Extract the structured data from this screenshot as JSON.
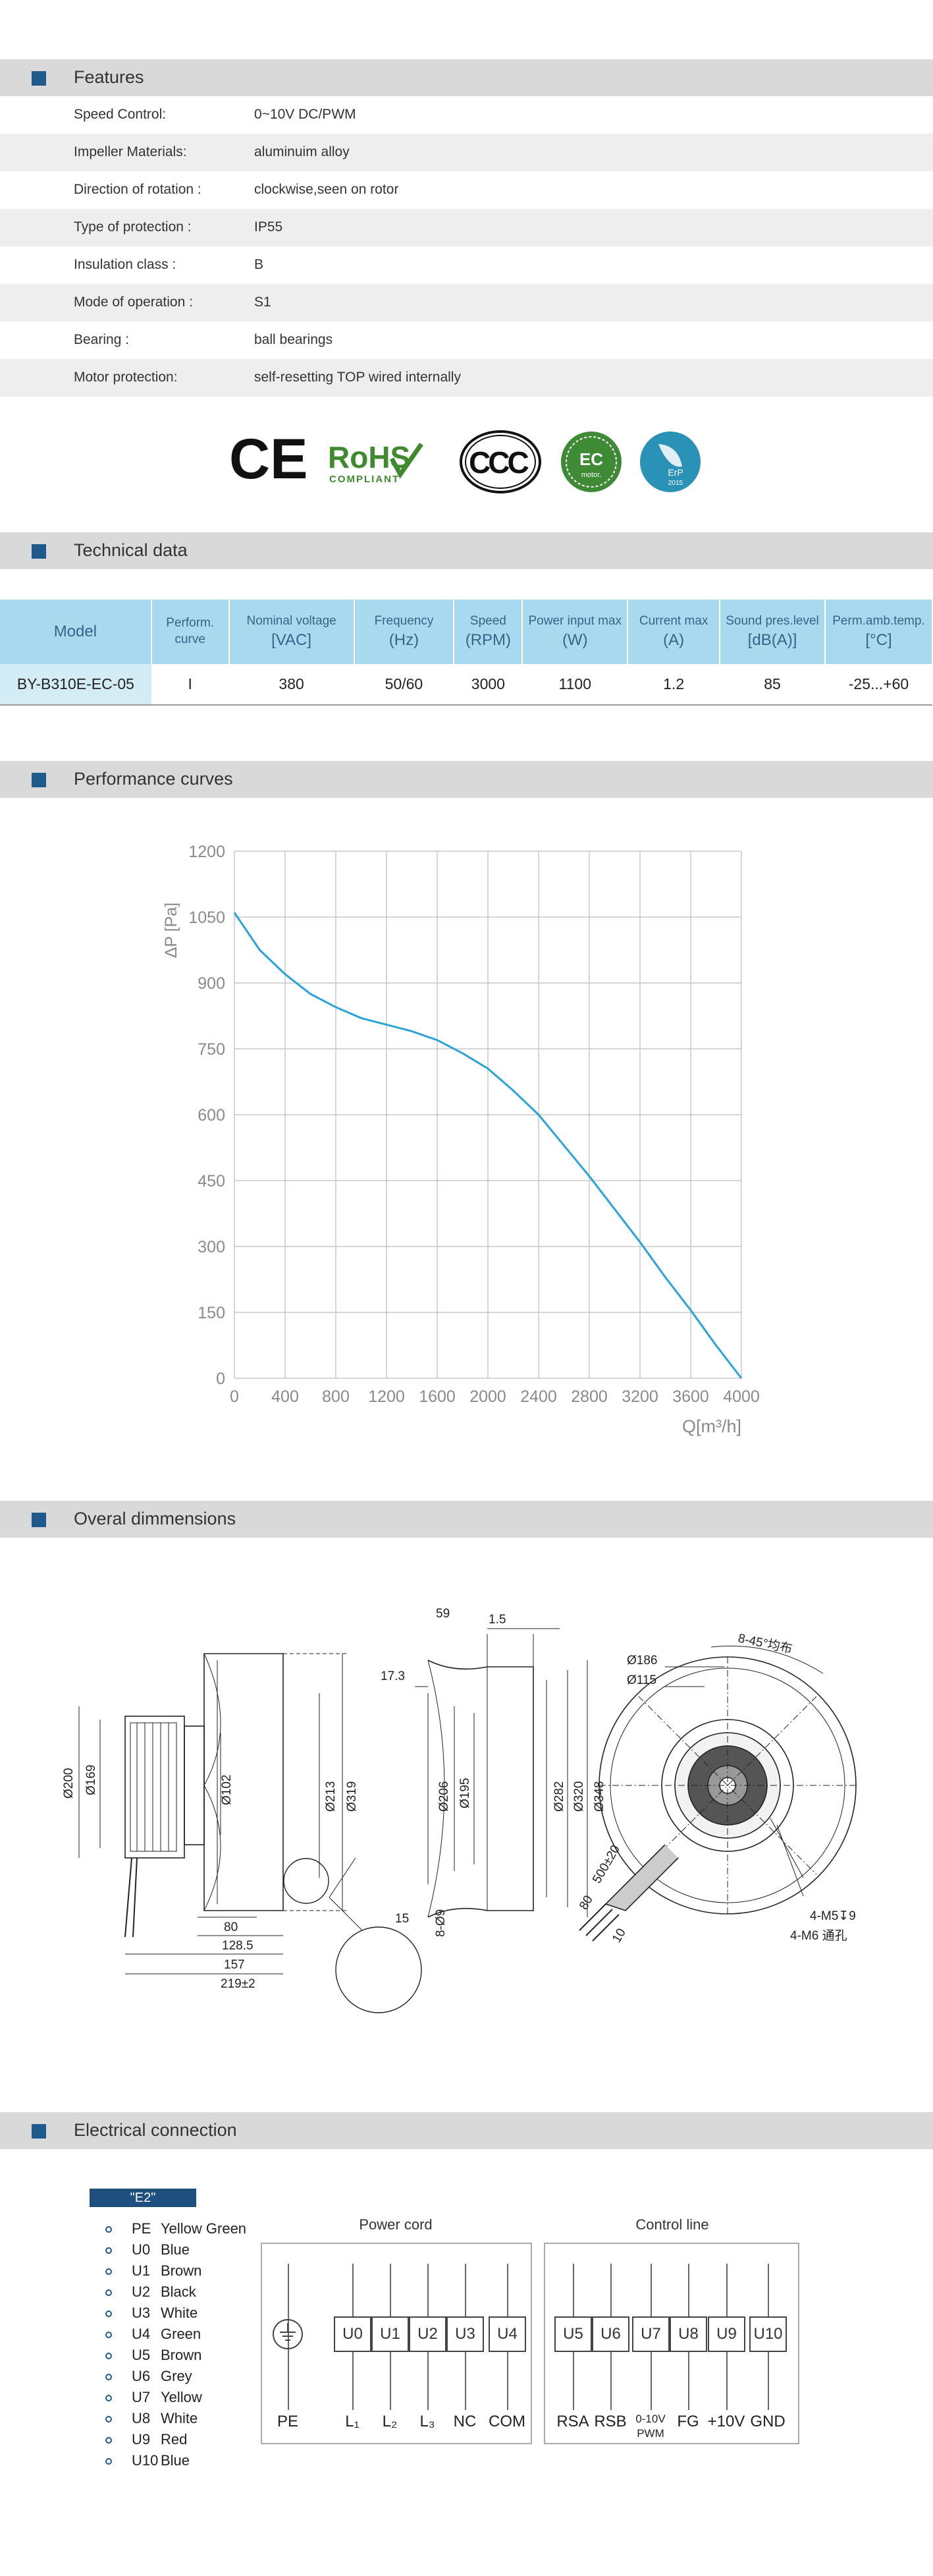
{
  "sections": {
    "features": "Features",
    "technical": "Technical data",
    "performance": "Performance curves",
    "dimensions": "Overal dimmensions",
    "electrical": "Electrical  connection"
  },
  "features": [
    {
      "label": "Speed Control:",
      "value": "0~10V DC/PWM"
    },
    {
      "label": "Impeller  Materials:",
      "value": "aluminuim  alloy"
    },
    {
      "label": "Direction  of  rotation  :",
      "value": "clockwise,seen on rotor"
    },
    {
      "label": "Type of protection :",
      "value": "IP55"
    },
    {
      "label": "Insulation  class :",
      "value": "B"
    },
    {
      "label": "Mode of operation :",
      "value": "S1"
    },
    {
      "label": "Bearing :",
      "value": "ball  bearings"
    },
    {
      "label": "Motor protection:",
      "value": "self-resetting TOP wired internally"
    }
  ],
  "certifications": {
    "ce": "CE",
    "rohs": "RoHS",
    "rohs_sub": "COMPLIANT",
    "ccc": "CCC",
    "ec": "EC",
    "ec_sub": "motor.",
    "erp": "ErP",
    "erp_year": "2015"
  },
  "tech_table": {
    "headers": [
      {
        "line1": "Model",
        "line2": ""
      },
      {
        "line1": "Perform.",
        "line2": "curve"
      },
      {
        "line1": "Nominal  voltage",
        "line2": "[VAC]"
      },
      {
        "line1": "Frequency",
        "line2": "(Hz)"
      },
      {
        "line1": "Speed",
        "line2": "(RPM)"
      },
      {
        "line1": "Power input max",
        "line2": "(W)"
      },
      {
        "line1": "Current  max",
        "line2": "(A)"
      },
      {
        "line1": "Sound pres.level",
        "line2": "[dB(A)]"
      },
      {
        "line1": "Perm.amb.temp.",
        "line2": "[°C]"
      }
    ],
    "row": [
      "BY-B310E-EC-05",
      "I",
      "380",
      "50/60",
      "3000",
      "1100",
      "1.2",
      "85",
      "-25...+60"
    ]
  },
  "chart_data": {
    "type": "line",
    "title": "",
    "xlabel": "Q[m³/h]",
    "ylabel": "ΔP [Pa]",
    "xlim": [
      0,
      4000
    ],
    "ylim": [
      0,
      1200
    ],
    "xticks": [
      0,
      400,
      800,
      1200,
      1600,
      2000,
      2400,
      2800,
      3200,
      3600,
      4000
    ],
    "yticks": [
      0,
      150,
      300,
      450,
      600,
      750,
      900,
      1050,
      1200
    ],
    "grid": true,
    "series": [
      {
        "color": "#29a3d9",
        "x": [
          0,
          200,
          400,
          600,
          800,
          1000,
          1200,
          1400,
          1600,
          1800,
          2000,
          2200,
          2400,
          2600,
          2800,
          3000,
          3200,
          3400,
          3600,
          3800,
          4000
        ],
        "y": [
          1060,
          975,
          920,
          875,
          845,
          820,
          805,
          790,
          770,
          740,
          705,
          655,
          600,
          530,
          460,
          385,
          310,
          230,
          155,
          75,
          0
        ]
      }
    ]
  },
  "dimensions": {
    "d200": "Ø200",
    "d169": "Ø169",
    "d102": "Ø102",
    "d213": "Ø213",
    "d319": "Ø319",
    "d206": "Ø206",
    "d195": "Ø195",
    "d282": "Ø282",
    "d320": "Ø320",
    "d348": "Ø348",
    "d186": "Ø186",
    "d115": "Ø115",
    "l59": "59",
    "l1_5": "1.5",
    "l17_3": "17.3",
    "l80": "80",
    "l128_5": "128.5",
    "l157": "157",
    "l219": "219±2",
    "l15": "15",
    "l8_9": "8-Ø9",
    "l500": "500±20",
    "l80b": "80",
    "l10": "10",
    "angle": "8-45°均布",
    "m5": "4-M5↧9",
    "m6": "4-M6 通孔"
  },
  "electrical": {
    "tag": "\"E2\"",
    "legend": [
      {
        "code": "PE",
        "color": "Yellow Green"
      },
      {
        "code": "U0",
        "color": "Blue"
      },
      {
        "code": "U1",
        "color": "Brown"
      },
      {
        "code": "U2",
        "color": "Black"
      },
      {
        "code": "U3",
        "color": "White"
      },
      {
        "code": "U4",
        "color": "Green"
      },
      {
        "code": "U5",
        "color": "Brown"
      },
      {
        "code": "U6",
        "color": "Grey"
      },
      {
        "code": "U7",
        "color": "Yellow"
      },
      {
        "code": "U8",
        "color": "White"
      },
      {
        "code": "U9",
        "color": "Red"
      },
      {
        "code": "U10",
        "color": "Blue"
      }
    ],
    "power_title": "Power cord",
    "control_title": "Control  line",
    "power_terminals": [
      "U0",
      "U1",
      "U2",
      "U3",
      "U4"
    ],
    "power_labels": [
      "PE",
      "L₁",
      "L₂",
      "L₃",
      "NC",
      "COM"
    ],
    "control_terminals": [
      "U5",
      "U6",
      "U7",
      "U8",
      "U9",
      "U10"
    ],
    "control_labels": [
      "RSA",
      "RSB",
      "0-10V",
      "FG",
      "+10V",
      "GND"
    ],
    "pwm": "PWM"
  }
}
